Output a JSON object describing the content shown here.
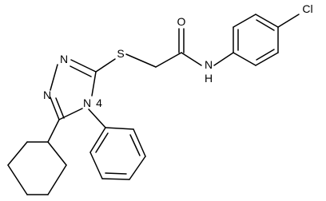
{
  "molecule": {
    "atoms": {
      "oxygen": "O",
      "nitrogen_amide": "N",
      "hydrogen_amide": "H",
      "chlorine": "Cl",
      "sulfur": "S",
      "nitrogen_n1": "N",
      "nitrogen_n2": "N",
      "nitrogen_n4": "N",
      "n4_locant": "4"
    },
    "colors": {
      "bond": "#000000",
      "label": "#000000",
      "background": "#ffffff"
    }
  }
}
